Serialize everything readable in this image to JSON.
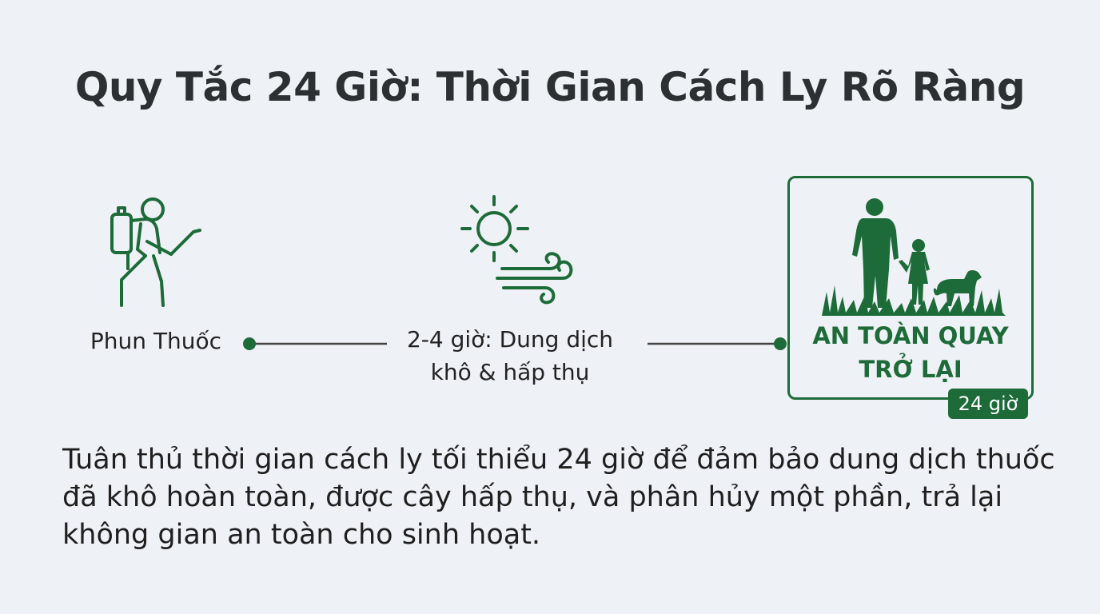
{
  "title": "Quy Tắc 24 Giờ: Thời Gian Cách Ly Rõ Ràng",
  "steps": [
    {
      "label": "Phun Thuốc",
      "icon": "sprayer-person-icon"
    },
    {
      "label_line1": "2-4 giờ: Dung dịch",
      "label_line2": "khô & hấp thụ",
      "icon": "sun-wind-icon"
    },
    {
      "label_line1": "AN TOÀN QUAY",
      "label_line2": "TRỞ LẠI",
      "badge": "24 giờ",
      "icon": "family-dog-grass-icon"
    }
  ],
  "description": "Tuân thủ thời gian cách ly tối thiểu 24 giờ để đảm bảo dung dịch thuốc đã khô hoàn toàn, được cây hấp thụ, và phân hủy một phần, trả lại không gian an toàn cho sinh hoạt.",
  "colors": {
    "accent": "#1e6b3a",
    "background": "#eef1f5",
    "line": "#444444",
    "title": "#2d3033"
  }
}
